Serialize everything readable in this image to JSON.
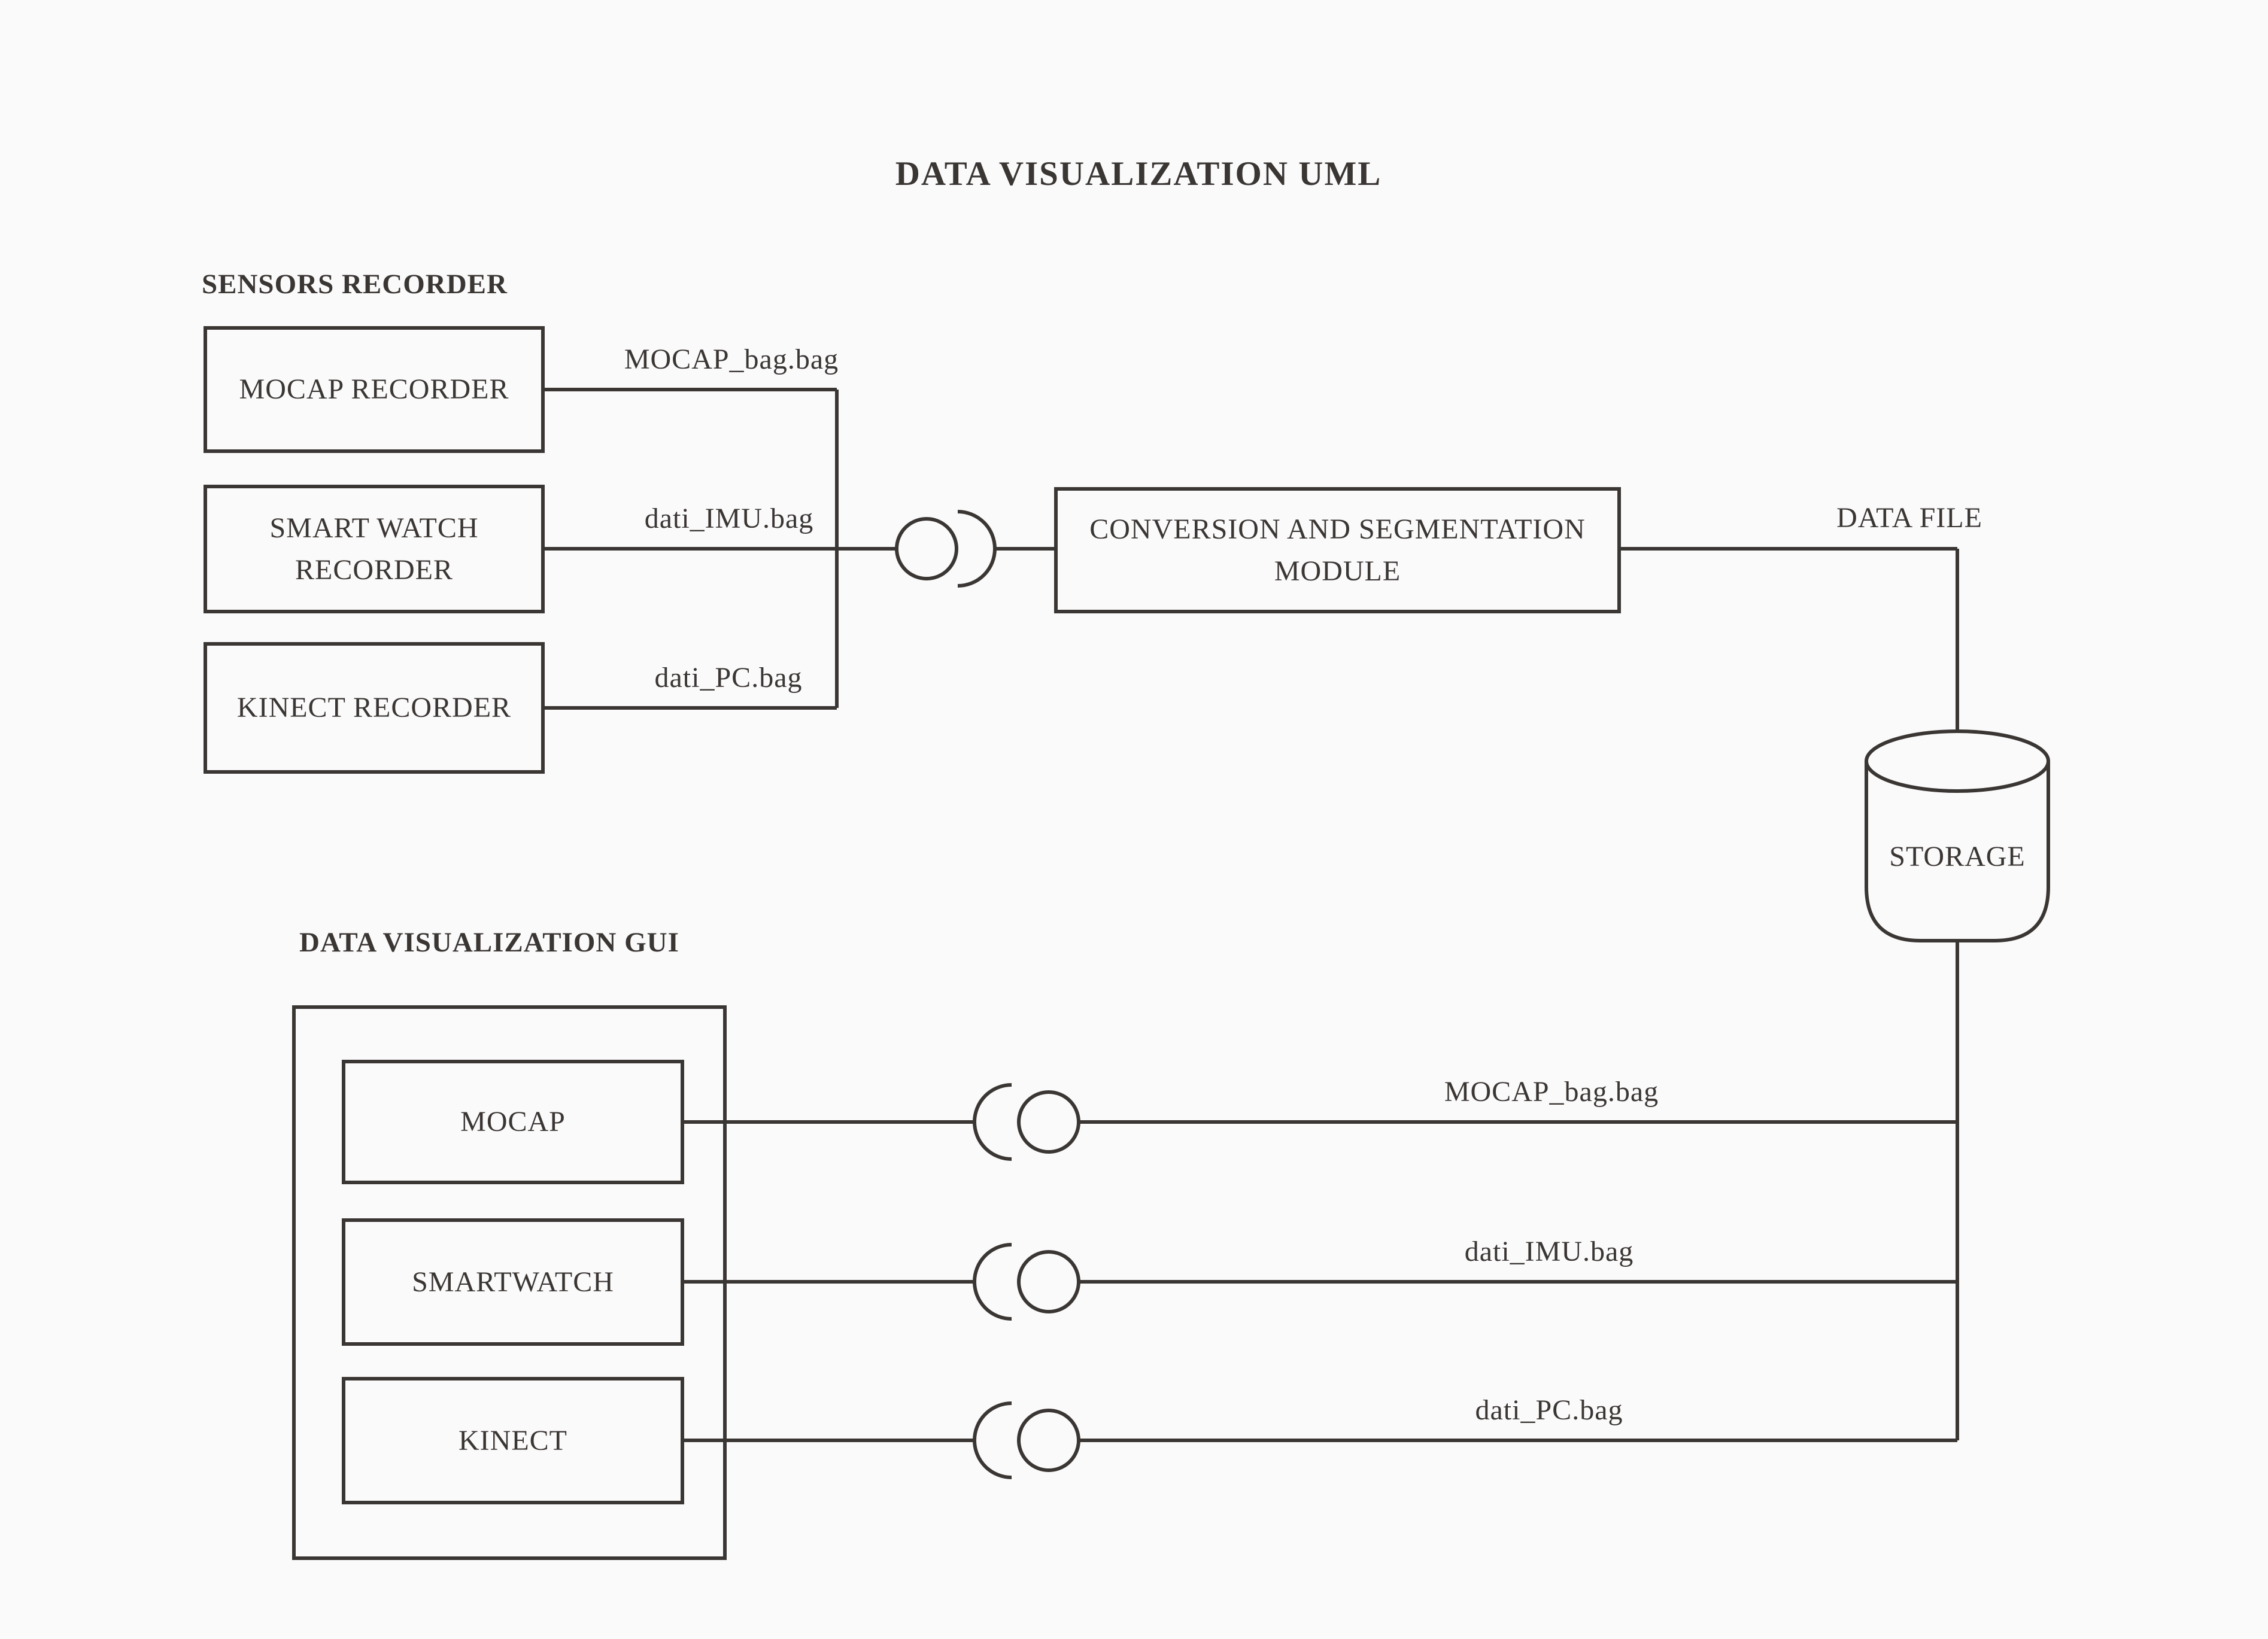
{
  "title": "DATA VISUALIZATION UML",
  "colors": {
    "background": "#fbfafa",
    "ink": "#3a3634"
  },
  "sensors_recorder": {
    "heading": "SENSORS RECORDER",
    "components": [
      {
        "label": "MOCAP RECORDER",
        "output_file": "MOCAP_bag.bag"
      },
      {
        "label": "SMART WATCH RECORDER",
        "output_file": "dati_IMU.bag"
      },
      {
        "label": "KINECT RECORDER",
        "output_file": "dati_PC.bag"
      }
    ]
  },
  "pipeline": {
    "conversion_module_label": "CONVERSION AND SEGMENTATION MODULE",
    "output_label": "DATA FILE",
    "storage_label": "STORAGE"
  },
  "gui": {
    "heading": "DATA VISUALIZATION GUI",
    "components": [
      {
        "label": "MOCAP",
        "input_file": "MOCAP_bag.bag"
      },
      {
        "label": "SMARTWATCH",
        "input_file": "dati_IMU.bag"
      },
      {
        "label": "KINECT",
        "input_file": "dati_PC.bag"
      }
    ]
  }
}
